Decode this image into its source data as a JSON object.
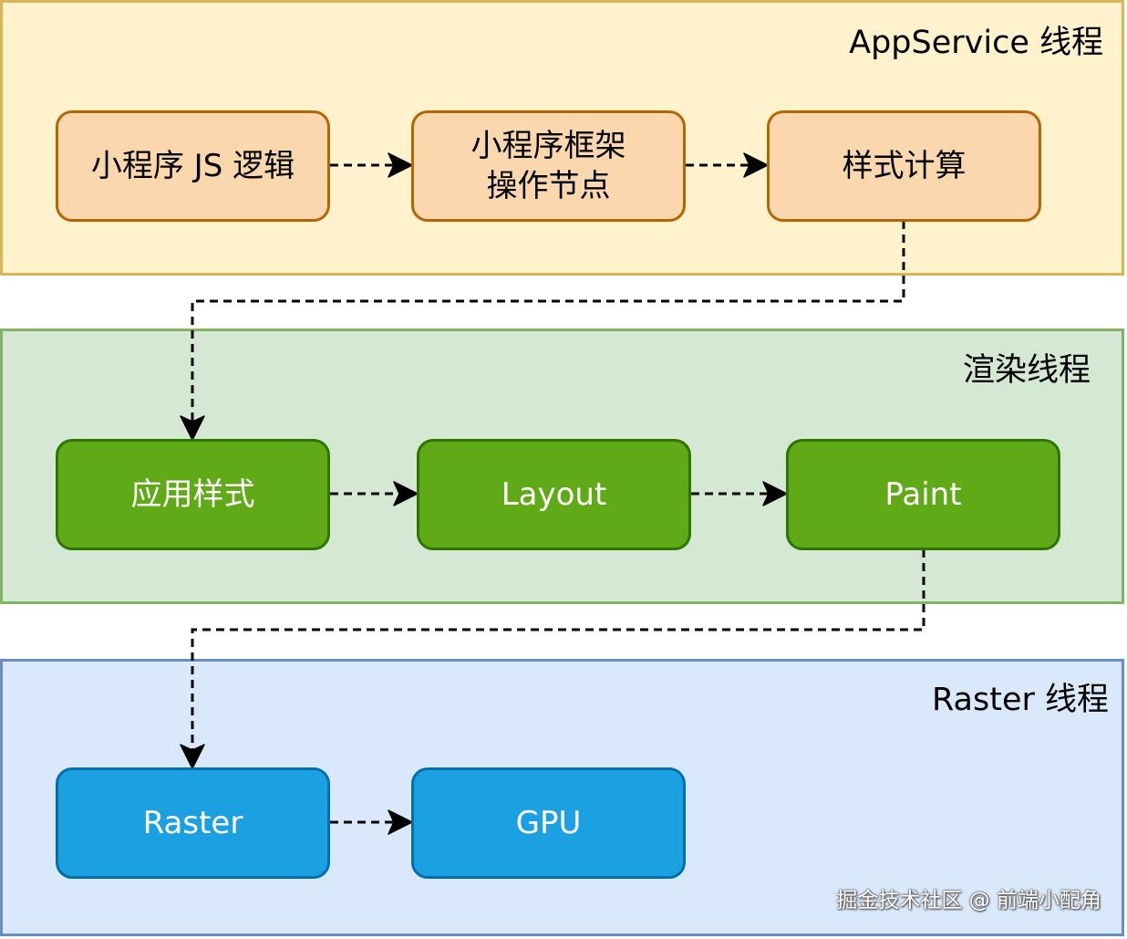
{
  "lanes": {
    "appservice": {
      "title": "AppService 线程"
    },
    "render": {
      "title": "渲染线程"
    },
    "raster": {
      "title": "Raster 线程"
    }
  },
  "nodes": {
    "js_logic": "小程序 JS 逻辑",
    "framework_ops": [
      "小程序框架",
      "操作节点"
    ],
    "style_calc": "样式计算",
    "apply_style": "应用样式",
    "layout": "Layout",
    "paint": "Paint",
    "raster": "Raster",
    "gpu": "GPU"
  },
  "colors": {
    "appservice_lane_fill": "#fff2cc",
    "render_lane_fill": "#d5e8d4",
    "raster_lane_fill": "#dae8fc",
    "orange_node_fill": "#fad7ac",
    "green_node_fill": "#60a917",
    "blue_node_fill": "#1ba1e2"
  },
  "watermark": "掘金技术社区 @ 前端小配角"
}
